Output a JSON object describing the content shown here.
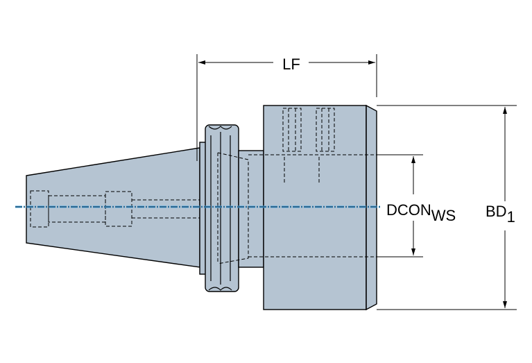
{
  "dimensions": {
    "lf": "LF",
    "dcon_main": "DCON",
    "dcon_sub": "WS",
    "bd_main": "BD",
    "bd_sub": "1"
  },
  "colors": {
    "body_fill": "#b5c4d2",
    "axis": "#4aa8e6",
    "outline": "#000000"
  }
}
